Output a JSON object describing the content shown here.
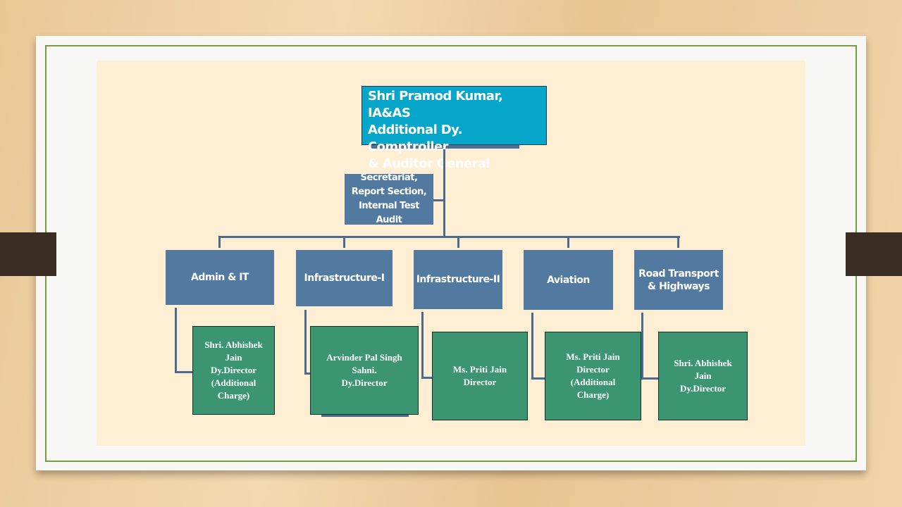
{
  "head": {
    "lines": [
      "Shri Pramod Kumar, IA&AS",
      "Additional Dy. Comptroller",
      "& Auditor General"
    ]
  },
  "secretariat": "Secretariat, Report Section, Internal Test Audit",
  "departments": [
    {
      "name": "Admin & IT",
      "officer": "Shri. Abhishek Jain\nDy.Director\n(Additional Charge)"
    },
    {
      "name": "Infrastructure-I",
      "officer": "Arvinder Pal Singh\nSahni.\nDy.Director"
    },
    {
      "name": "Infrastructure-II",
      "officer": "Ms. Priti Jain\nDirector"
    },
    {
      "name": "Aviation",
      "officer": "Ms. Priti Jain\nDirector\n(Additional\nCharge)"
    },
    {
      "name": "Road Transport & Highways",
      "officer": "Shri. Abhishek\nJain\nDy.Director"
    }
  ]
}
